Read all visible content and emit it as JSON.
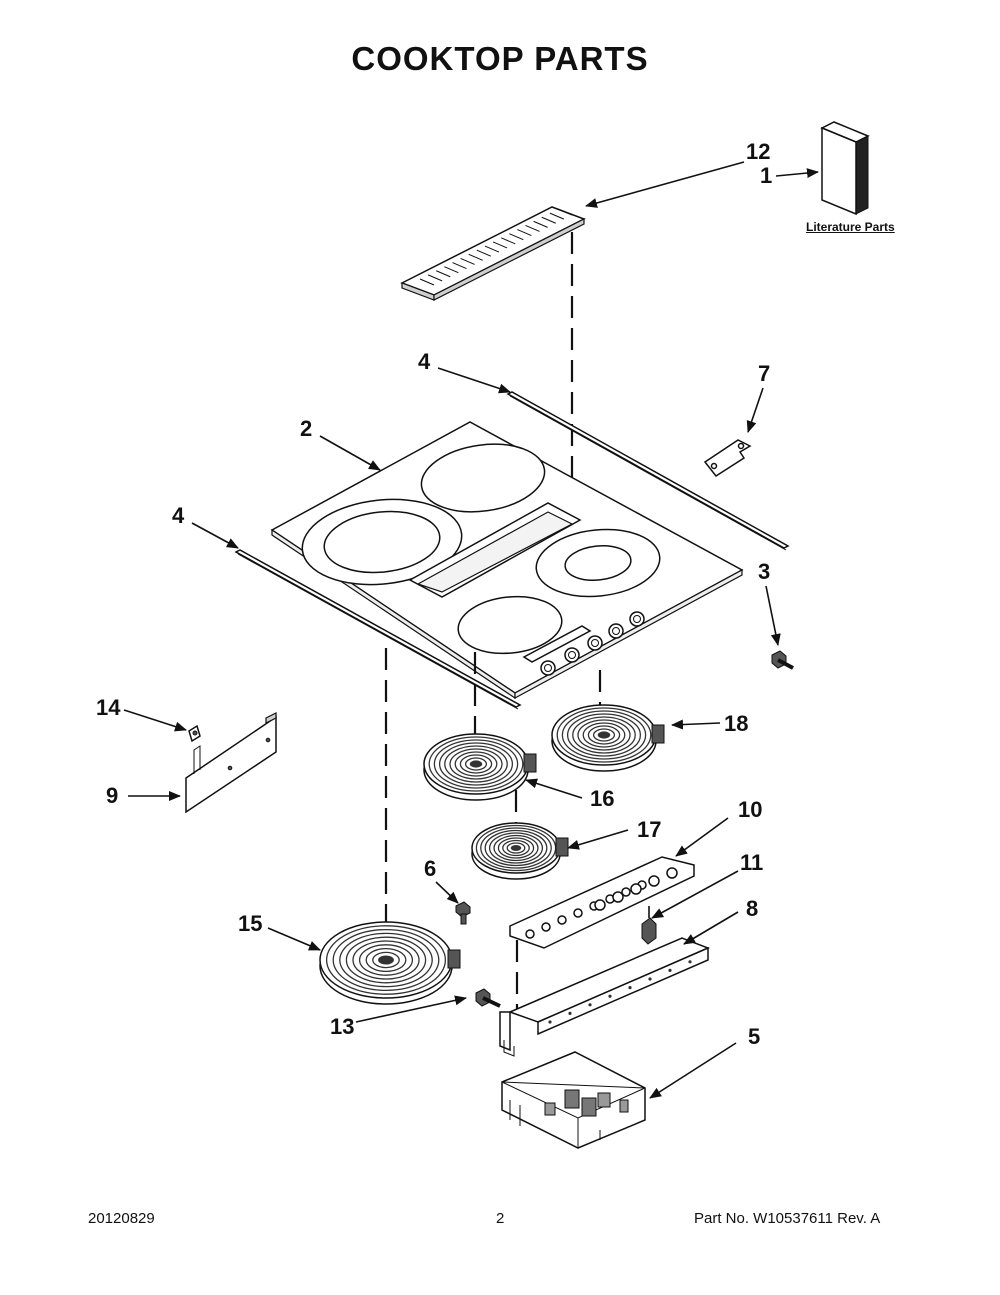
{
  "title": "COOKTOP PARTS",
  "literature_label": "Literature Parts",
  "callouts": {
    "c1": "1",
    "c2": "2",
    "c3": "3",
    "c4a": "4",
    "c4b": "4",
    "c5": "5",
    "c6": "6",
    "c7": "7",
    "c8": "8",
    "c9": "9",
    "c10": "10",
    "c11": "11",
    "c12": "12",
    "c13": "13",
    "c14": "14",
    "c15": "15",
    "c16": "16",
    "c17": "17",
    "c18": "18"
  },
  "footer": {
    "date": "20120829",
    "page": "2",
    "part_no": "Part No.  W10537611  Rev.  A"
  }
}
